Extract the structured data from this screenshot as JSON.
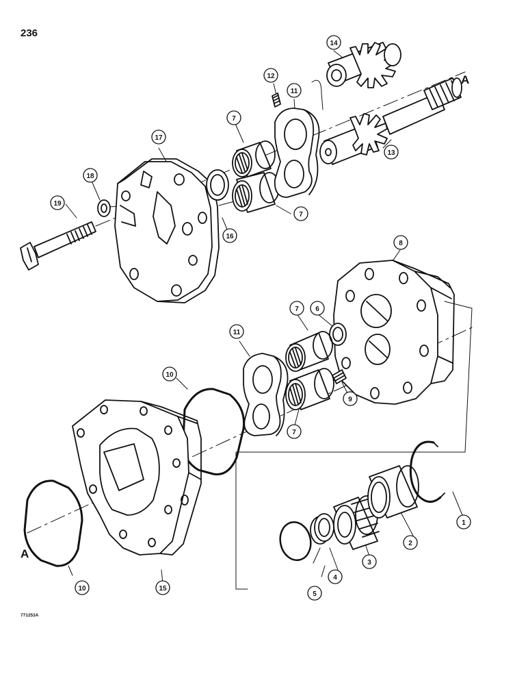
{
  "page_number": "236",
  "figure_code": "771253A",
  "reference_marks": {
    "shaft_end": "A",
    "lower_left": "A"
  },
  "callouts": {
    "c1": "1",
    "c2": "2",
    "c3": "3",
    "c4": "4",
    "c5": "5",
    "c6": "6",
    "c7a": "7",
    "c7b": "7",
    "c7c": "7",
    "c7d": "7",
    "c8": "8",
    "c9": "9",
    "c10a": "10",
    "c10b": "10",
    "c11a": "11",
    "c11b": "11",
    "c12": "12",
    "c13": "13",
    "c14": "14",
    "c15": "15",
    "c16": "16",
    "c17": "17",
    "c18": "18",
    "c19": "19"
  },
  "colors": {
    "line": "#111111",
    "paper": "#ffffff"
  }
}
